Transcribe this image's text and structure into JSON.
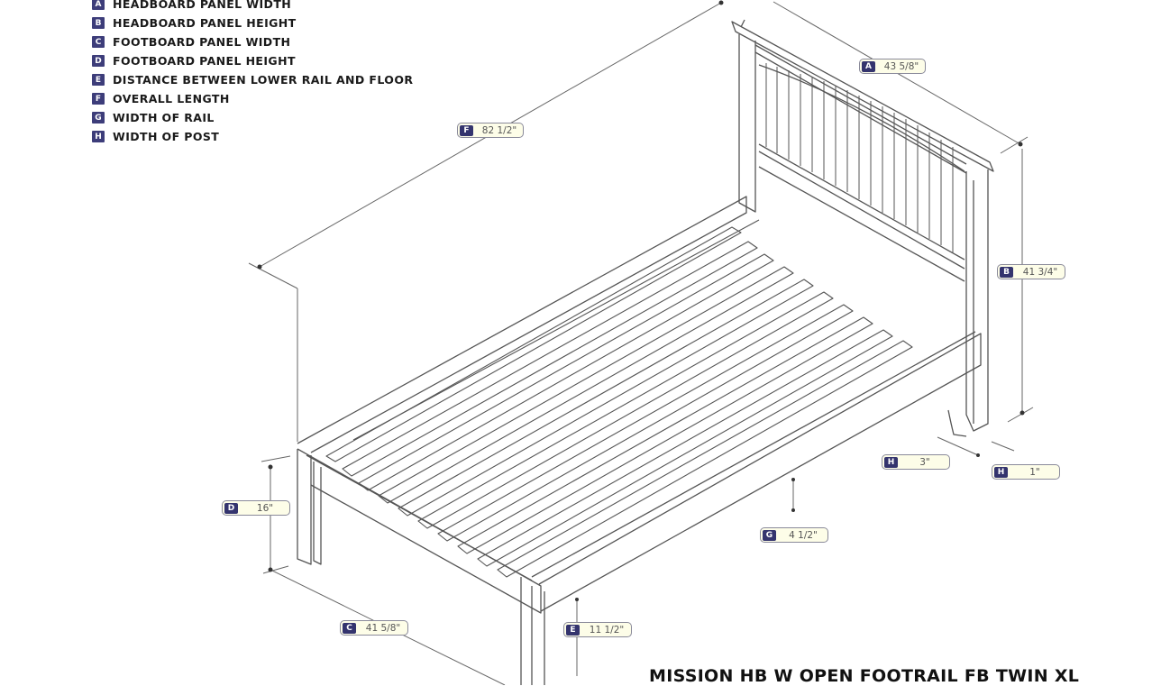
{
  "legend": {
    "items": [
      {
        "key": "A",
        "label": "HEADBOARD PANEL WIDTH"
      },
      {
        "key": "B",
        "label": "HEADBOARD PANEL HEIGHT"
      },
      {
        "key": "C",
        "label": "FOOTBOARD PANEL WIDTH"
      },
      {
        "key": "D",
        "label": "FOOTBOARD PANEL HEIGHT"
      },
      {
        "key": "E",
        "label": "DISTANCE BETWEEN LOWER RAIL AND FLOOR"
      },
      {
        "key": "F",
        "label": "OVERALL LENGTH"
      },
      {
        "key": "G",
        "label": "WIDTH OF RAIL"
      },
      {
        "key": "H",
        "label": "WIDTH OF POST"
      }
    ]
  },
  "dimensions": {
    "A": {
      "key": "A",
      "value": "43 5/8\""
    },
    "F": {
      "key": "F",
      "value": "82 1/2\""
    },
    "B": {
      "key": "B",
      "value": "41 3/4\""
    },
    "H1": {
      "key": "H",
      "value": "3\""
    },
    "H2": {
      "key": "H",
      "value": "1\""
    },
    "D": {
      "key": "D",
      "value": "16\""
    },
    "G": {
      "key": "G",
      "value": "4 1/2\""
    },
    "C": {
      "key": "C",
      "value": "41 5/8\""
    },
    "E": {
      "key": "E",
      "value": "11 1/2\""
    }
  },
  "title": "MISSION HB W OPEN FOOTRAIL FB TWIN XL",
  "colors": {
    "badge": "#34346e",
    "label_fill": "#fdfde8",
    "line": "#555555"
  }
}
